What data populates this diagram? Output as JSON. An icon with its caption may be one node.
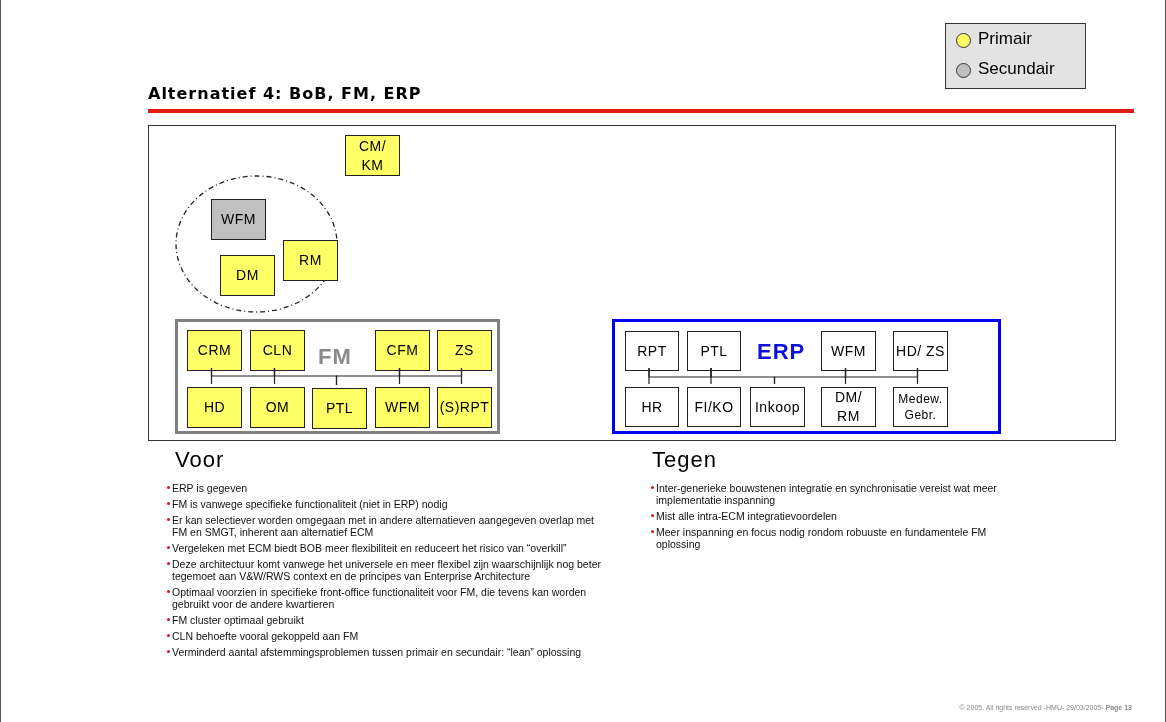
{
  "diagram": {
    "title": "Alternatief 4: BoB, FM, ERP",
    "nodes": [
      {
        "text": [
          "CM/ KM"
        ]
      },
      {
        "text": [],
        "shape": "ellipse"
      },
      {
        "text": [
          "WFM"
        ],
        "in": 1
      },
      {
        "text": [
          "DM"
        ],
        "in": 1
      },
      {
        "text": [
          "RM"
        ],
        "in": 1
      },
      {
        "text": [
          "FM"
        ]
      },
      {
        "text": [
          "CRM"
        ],
        "in": 5
      },
      {
        "text": [
          "CLN"
        ],
        "in": 5
      },
      {
        "text": [
          "CFM"
        ],
        "in": 5
      },
      {
        "text": [
          "ZS"
        ],
        "in": 5
      },
      {
        "text": [
          "HD"
        ],
        "in": 5
      },
      {
        "text": [
          "OM"
        ],
        "in": 5
      },
      {
        "text": [
          "PTL"
        ],
        "in": 5
      },
      {
        "text": [
          "WFM"
        ],
        "in": 5
      },
      {
        "text": [
          "(S)RPT"
        ],
        "in": 5
      },
      {
        "text": [
          "ERP"
        ]
      },
      {
        "text": [
          "RPT"
        ],
        "in": 15
      },
      {
        "text": [
          "PTL"
        ],
        "in": 15
      },
      {
        "text": [
          "WFM"
        ],
        "in": 15
      },
      {
        "text": [
          "HD/ ZS"
        ],
        "in": 15
      },
      {
        "text": [
          "HR"
        ],
        "in": 15
      },
      {
        "text": [
          "FI/KO"
        ],
        "in": 15
      },
      {
        "text": [
          "Inkoop"
        ],
        "in": 15
      },
      {
        "text": [
          "DM/ RM"
        ],
        "in": 15
      },
      {
        "text": [
          "Medew. Gebr."
        ],
        "in": 15
      }
    ],
    "edges": [
      {
        "from": 6,
        "to": 10,
        "arrow": "none"
      },
      {
        "from": 7,
        "to": 11,
        "arrow": "none"
      },
      {
        "from": 8,
        "to": 13,
        "arrow": "none"
      },
      {
        "from": 9,
        "to": 14,
        "arrow": "none"
      },
      {
        "from": 6,
        "to": 7,
        "arrow": "none"
      },
      {
        "from": 7,
        "to": 12,
        "arrow": "none"
      },
      {
        "from": 12,
        "to": 8,
        "arrow": "none"
      },
      {
        "from": 8,
        "to": 9,
        "arrow": "none"
      },
      {
        "from": 16,
        "to": 20,
        "arrow": "none"
      },
      {
        "from": 17,
        "to": 21,
        "arrow": "none"
      },
      {
        "from": 18,
        "to": 23,
        "arrow": "none"
      },
      {
        "from": 19,
        "to": 24,
        "arrow": "none"
      },
      {
        "from": 16,
        "to": 17,
        "arrow": "none"
      },
      {
        "from": 17,
        "to": 22,
        "arrow": "none"
      },
      {
        "from": 22,
        "to": 18,
        "arrow": "none"
      },
      {
        "from": 18,
        "to": 19,
        "arrow": "none"
      }
    ],
    "labels": [
      "Voor",
      "ERP is gegeven",
      "FM is vanwege specifieke functionaliteit (niet in ERP) nodig",
      "Er kan selectiever worden omgegaan met in andere alternatieven aangegeven overlap met FM en SMGT, inherent aan alternatief ECM",
      "Vergeleken met ECM biedt BOB meer flexibiliteit en reduceert het risico van “overkill”",
      "Deze architectuur komt vanwege het universele en meer flexibel zijn waarschijnlijk nog beter tegemoet aan V&W/RWS context en de principes van Enterprise Architecture",
      "Optimaal voorzien in specifieke front-office functionaliteit voor FM, die tevens kan worden gebruikt voor de andere kwartieren",
      "FM cluster optimaal gebruikt",
      "CLN behoefte vooral gekoppeld aan FM",
      "Verminderd aantal afstemmingsproblemen tussen primair en secundair: “lean” oplossing",
      "Tegen",
      "Inter-generieke bouwstenen integratie en synchronisatie vereist wat meer implementatie inspanning",
      "Mist alle intra-ECM integratievoordelen",
      "Meer inspanning en focus nodig rondom robuuste en fundamentele FM oplossing",
      "© 2005. All rights reserved -HMU- 29/03/2005- **Page 13**"
    ],
    "legend": [
      {
        "text": "Primair",
        "color": "#ffff66"
      },
      {
        "text": "Secundair",
        "color": "#c0c0c0"
      }
    ]
  }
}
